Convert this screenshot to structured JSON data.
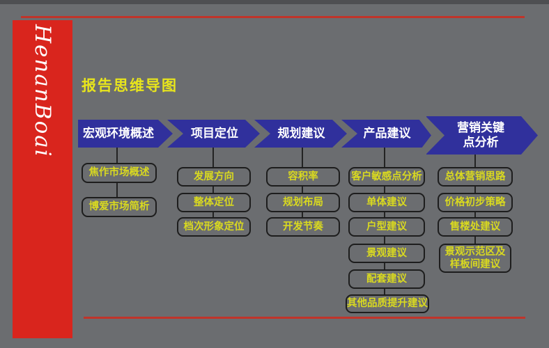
{
  "slide": {
    "vertical_brand_text": "HenanBoai",
    "title": "报告思维导图"
  },
  "colors": {
    "background_gray": "#6b6d70",
    "accent_red": "#d9251d",
    "rule_red": "#c0342a",
    "band_blue": "#30309c",
    "title_yellow": "#e8e51c",
    "box_text_yellow": "#d9d920",
    "header_text_white": "#ffffff"
  },
  "mindmap": {
    "columns": [
      {
        "header": "宏观环境概述",
        "items": [
          "焦作市场概述",
          "博爱市场简析"
        ]
      },
      {
        "header": "项目定位",
        "items": [
          "发展方向",
          "整体定位",
          "档次形象定位"
        ]
      },
      {
        "header": "规划建议",
        "items": [
          "容积率",
          "规划布局",
          "开发节奏"
        ]
      },
      {
        "header": "产品建议",
        "items": [
          "客户敏感点分析",
          "单体建议",
          "户型建议",
          "景观建议",
          "配套建议",
          "其他品质提升建议"
        ]
      },
      {
        "header": "营销关键点分析",
        "items": [
          "总体营销思路",
          "价格初步策略",
          "售楼处建议",
          "景观示范区及样板间建议"
        ]
      }
    ]
  }
}
